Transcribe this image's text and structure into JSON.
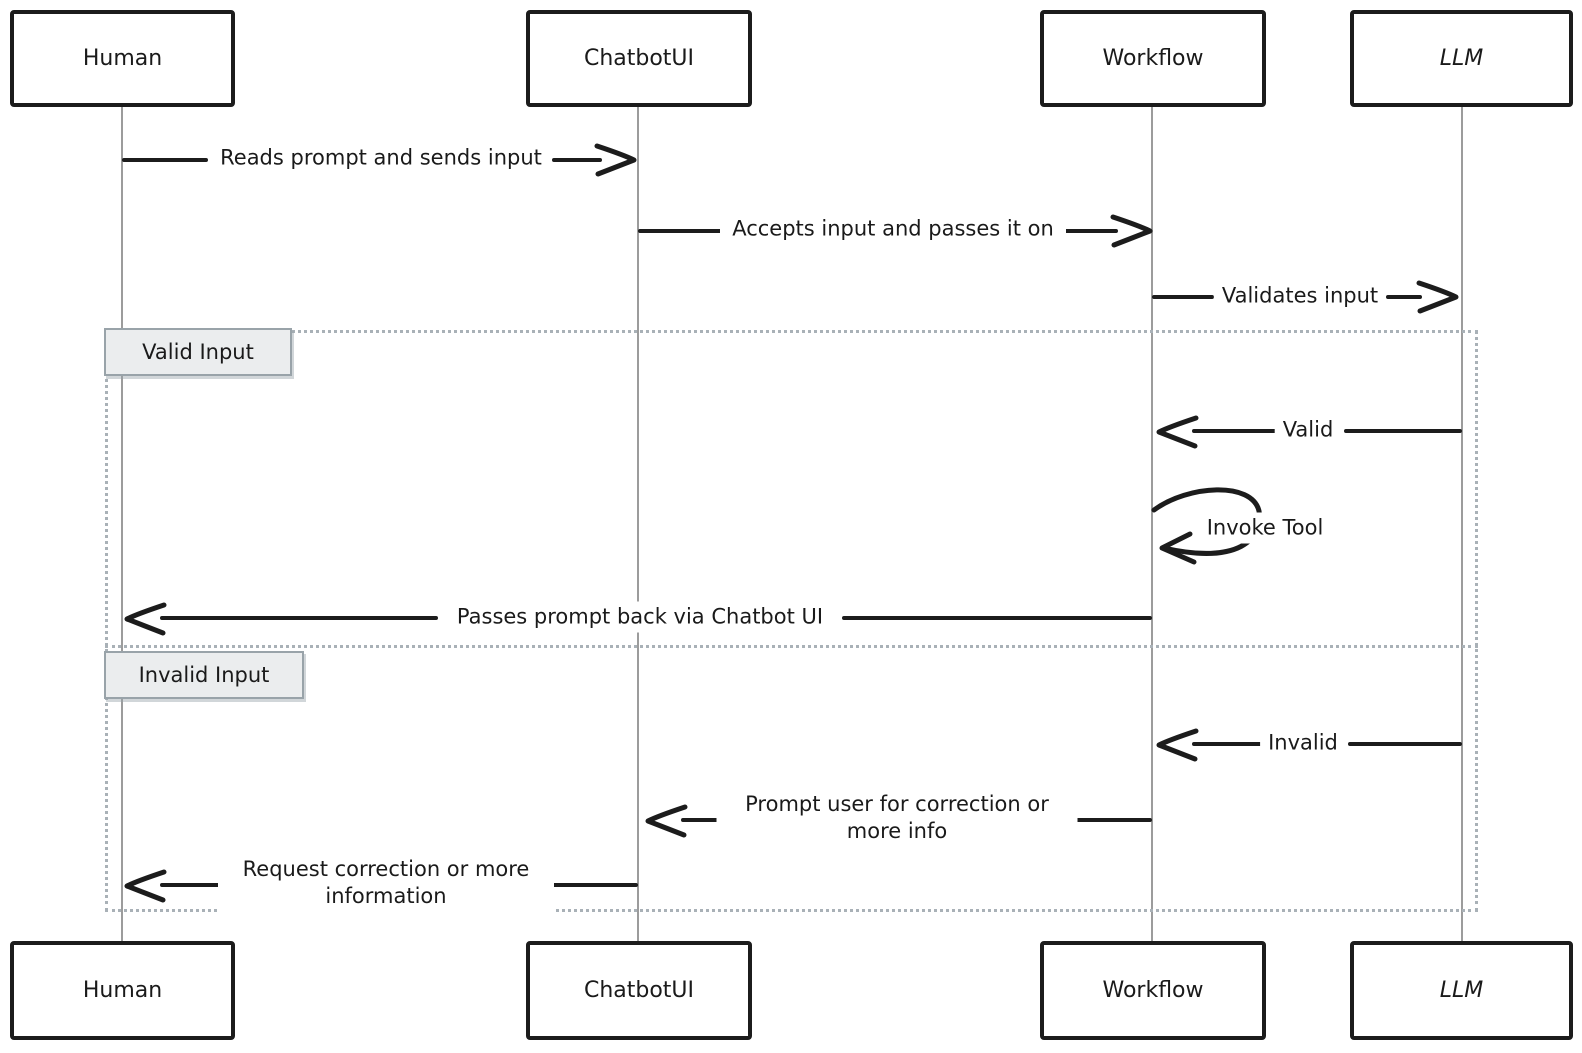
{
  "diagram": {
    "type": "sequence-diagram",
    "style": "hand-drawn",
    "actors": [
      {
        "id": "human",
        "label": "Human"
      },
      {
        "id": "chatbotui",
        "label": "ChatbotUI"
      },
      {
        "id": "workflow",
        "label": "Workflow"
      },
      {
        "id": "llm",
        "label": "LLM"
      }
    ],
    "sections": [
      {
        "label": "Valid Input"
      },
      {
        "label": "Invalid Input"
      }
    ],
    "messages": [
      {
        "from": "Human",
        "to": "ChatbotUI",
        "label": "Reads prompt and sends input"
      },
      {
        "from": "ChatbotUI",
        "to": "Workflow",
        "label": "Accepts input and passes it on"
      },
      {
        "from": "Workflow",
        "to": "LLM",
        "label": "Validates input"
      },
      {
        "from": "LLM",
        "to": "Workflow",
        "label": "Valid",
        "section": "Valid Input"
      },
      {
        "from": "Workflow",
        "to": "Workflow",
        "label": "Invoke Tool",
        "section": "Valid Input",
        "kind": "self-loop"
      },
      {
        "from": "Workflow",
        "to": "Human",
        "label": "Passes prompt back via Chatbot UI",
        "section": "Valid Input"
      },
      {
        "from": "LLM",
        "to": "Workflow",
        "label": "Invalid",
        "section": "Invalid Input"
      },
      {
        "from": "Workflow",
        "to": "ChatbotUI",
        "label": "Prompt user for correction or more info",
        "section": "Invalid Input"
      },
      {
        "from": "ChatbotUI",
        "to": "Human",
        "label": "Request correction or more information",
        "section": "Invalid Input"
      }
    ],
    "colors": {
      "message_line": "#1c1c1c",
      "lifeline": "#9c9c9c",
      "actor_border": "#1c1c1c",
      "frame_border": "#a9b1b7",
      "section_label_fill": "#ebedee",
      "section_label_border": "#99a3a9",
      "background": "#ffffff",
      "text": "#1a1a1a"
    }
  }
}
